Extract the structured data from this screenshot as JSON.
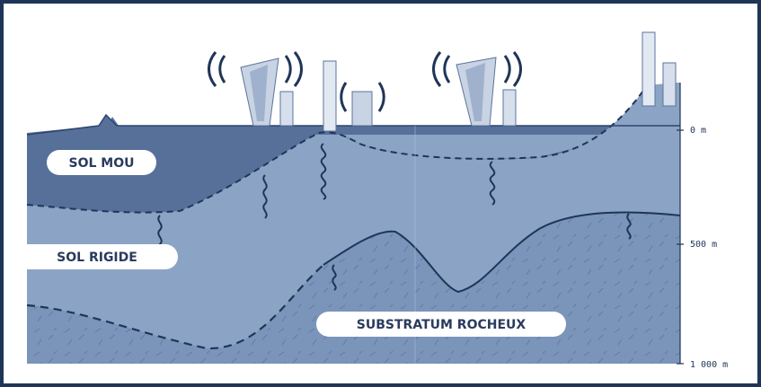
{
  "labels": {
    "soft_soil": "SOL MOU",
    "rigid_soil": "SOL RIGIDE",
    "bedrock": "SUBSTRATUM ROCHEUX"
  },
  "depth_scale": {
    "top": "0 m",
    "middle": "500 m",
    "bottom": "1 000 m"
  },
  "colors": {
    "frame": "#1f3558",
    "soft_soil": "#56709a",
    "rigid_soil": "#8ba4c5",
    "bedrock": "#7a94ba",
    "pill_bg": "#ffffff",
    "pill_text": "#2a3b5e"
  },
  "icons": [
    "seismic-wave-icon",
    "collapsing-building-icon",
    "standing-building-icon"
  ]
}
